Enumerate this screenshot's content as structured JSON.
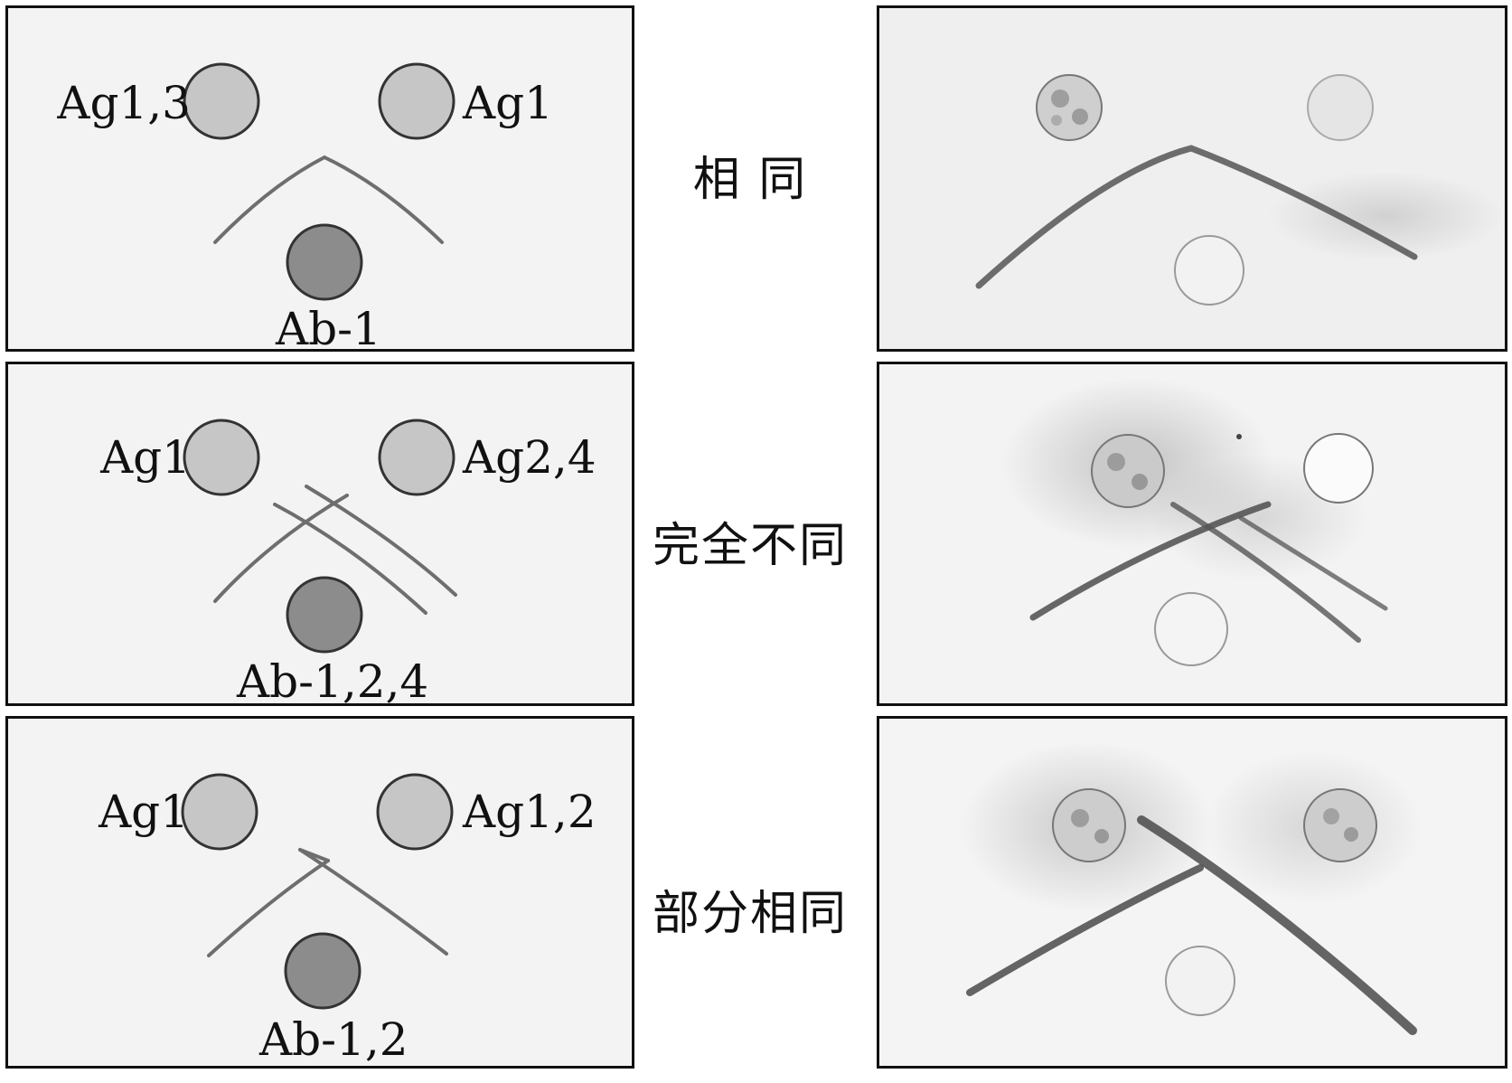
{
  "rows": [
    {
      "caption": "相 同",
      "left_label": "Ag1,3",
      "right_label": "Ag1",
      "bottom_label": "Ab-1"
    },
    {
      "caption": "完全不同",
      "left_label": "Ag1",
      "right_label": "Ag2,4",
      "bottom_label": "Ab-1,2,4"
    },
    {
      "caption": "部分相同",
      "left_label": "Ag1",
      "right_label": "Ag1,2",
      "bottom_label": "Ab-1,2"
    }
  ],
  "colors": {
    "antigen_well": "#c6c6c6",
    "antibody_well": "#8c8c8c",
    "precipitin_line": "#6e6e6e",
    "panel_bg": "#f3f3f3"
  }
}
